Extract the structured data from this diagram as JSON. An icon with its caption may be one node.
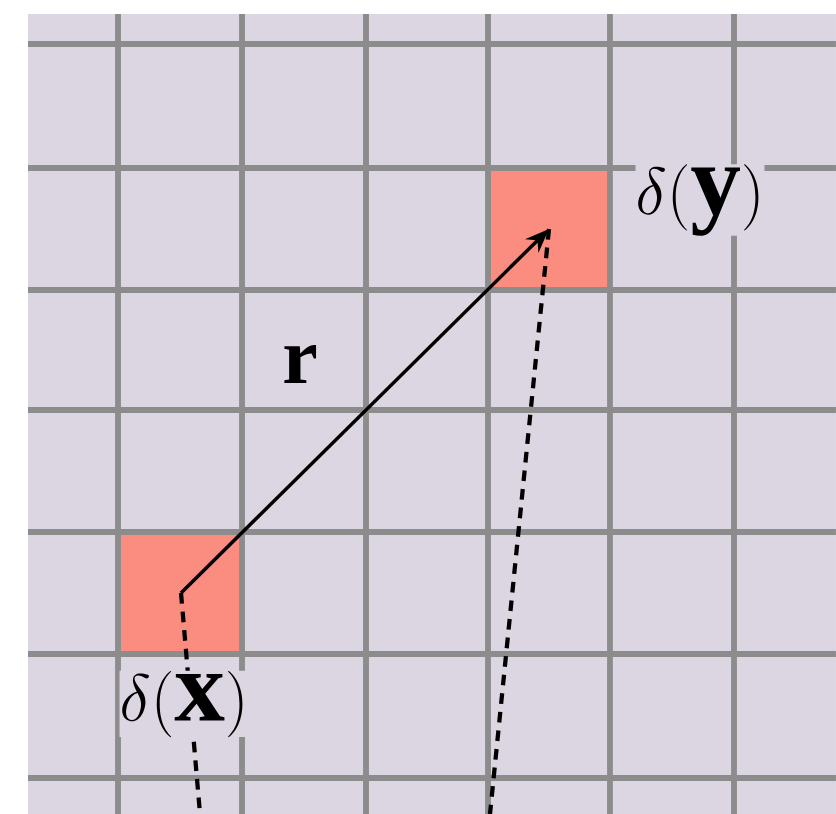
{
  "diagram": {
    "nodes": [
      {
        "text": [],
        "shape": "box",
        "beside": [
          "\\delta(\\mathbf{x})"
        ]
      },
      {
        "text": [],
        "shape": "box",
        "beside": [
          "\\delta(\\mathbf{y})"
        ]
      }
    ],
    "edges": [
      {
        "from": 0,
        "to": 1,
        "arrow": "to",
        "label": "\\mathbf{r}"
      },
      {
        "from": 0,
        "to": null,
        "arrow": "none",
        "style": "dashed"
      },
      {
        "from": 1,
        "to": null,
        "arrow": "none",
        "style": "dashed"
      }
    ]
  }
}
